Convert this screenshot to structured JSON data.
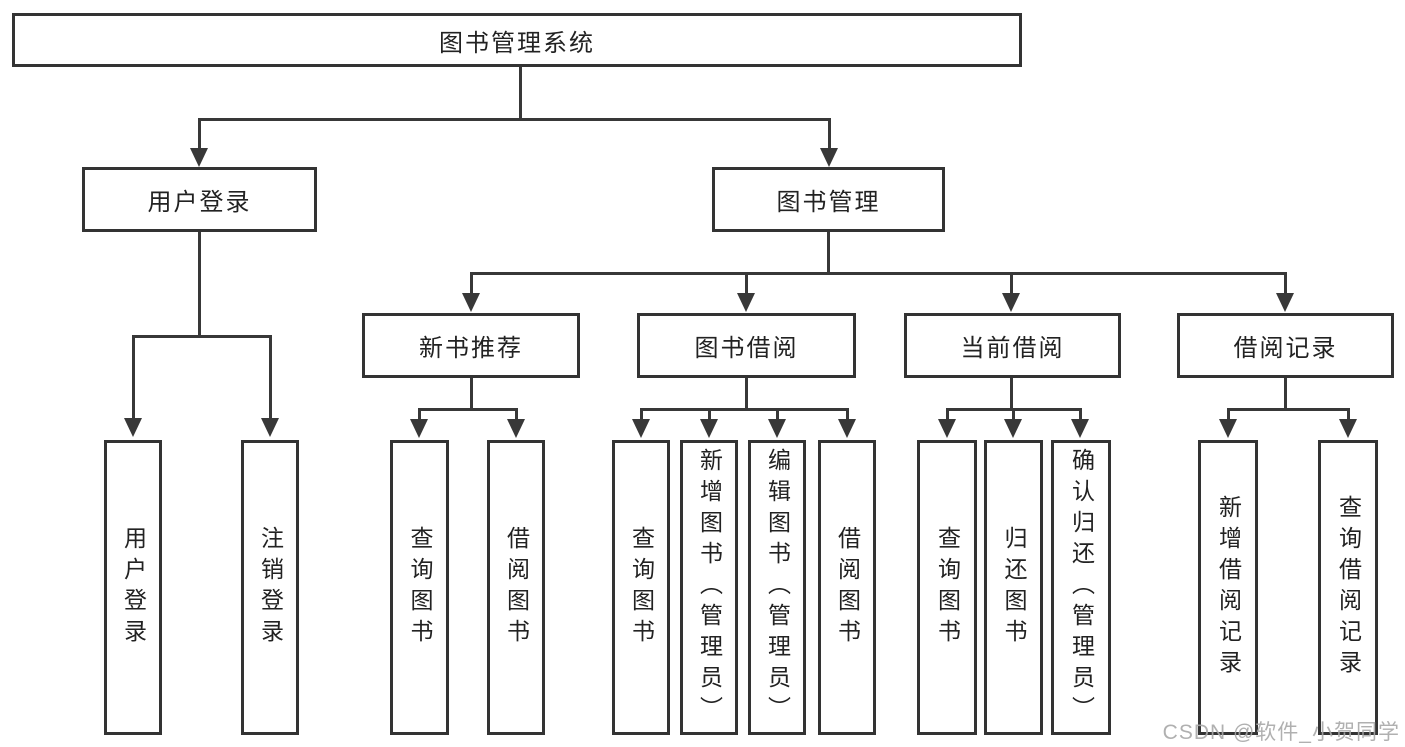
{
  "diagram": {
    "root": {
      "label": "图书管理系统"
    },
    "user_login": {
      "label": "用户登录",
      "children": [
        {
          "label": "用户登录"
        },
        {
          "label": "注销登录"
        }
      ]
    },
    "book_management": {
      "label": "图书管理",
      "sections": [
        {
          "label": "新书推荐",
          "children": [
            {
              "label": "查询图书"
            },
            {
              "label": "借阅图书"
            }
          ]
        },
        {
          "label": "图书借阅",
          "children": [
            {
              "label": "查询图书"
            },
            {
              "label": "新增图书（管理员）"
            },
            {
              "label": "编辑图书（管理员）"
            },
            {
              "label": "借阅图书"
            }
          ]
        },
        {
          "label": "当前借阅",
          "children": [
            {
              "label": "查询图书"
            },
            {
              "label": "归还图书"
            },
            {
              "label": "确认归还（管理员）"
            }
          ]
        },
        {
          "label": "借阅记录",
          "children": [
            {
              "label": "新增借阅记录"
            },
            {
              "label": "查询借阅记录"
            }
          ]
        }
      ]
    },
    "line_color": "#383838",
    "border_color": "#333333",
    "background": "#ffffff"
  },
  "watermark": {
    "text": "CSDN @软件_小贺同学",
    "color": "#a8a8a8"
  }
}
